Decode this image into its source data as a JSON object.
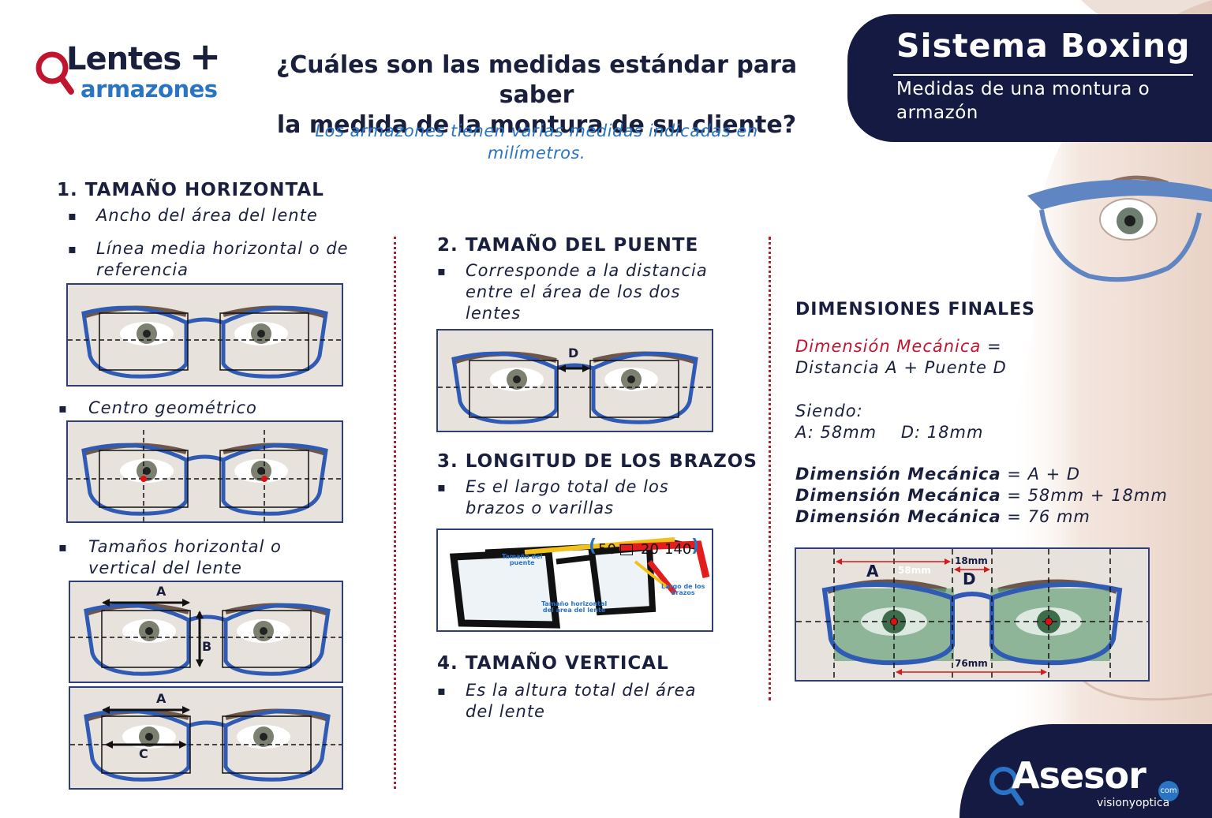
{
  "logo": {
    "line1": "Lentes",
    "plus": "+",
    "line2": "armazones"
  },
  "title": {
    "line1": "¿Cuáles son las medidas estándar para saber",
    "line2": "la medida de la montura de su cliente?"
  },
  "subtitle": {
    "line1": "Los armazones tienen varias medidas indicadas en",
    "line2": "milímetros."
  },
  "header_card": {
    "title": "Sistema Boxing",
    "sub_line1": "Medidas de una montura o",
    "sub_line2": "armazón"
  },
  "section1": {
    "heading": "1.   TAMAÑO HORIZONTAL",
    "bullet_mark": "▪",
    "b1": "Ancho del área del lente",
    "b2_line1": "Línea media horizontal o de",
    "b2_line2": "referencia",
    "b3": "Centro geométrico",
    "b4_line1": "Tamaños horizontal o",
    "b4_line2": "vertical del lente",
    "label_a": "A",
    "label_b": "B",
    "label_c": "C"
  },
  "section2": {
    "heading": "2. TAMAÑO DEL PUENTE",
    "b1_line1": "Corresponde a la distancia",
    "b1_line2": "entre el área de los dos",
    "b1_line3": "lentes",
    "label_d": "D"
  },
  "section3": {
    "heading": "3. LONGITUD DE LOS BRAZOS",
    "b1_line1": "Es el largo total de los",
    "b1_line2": "brazos o varillas",
    "spec_open": "(",
    "spec_1": "50",
    "spec_2": "20",
    "spec_3": "140",
    "spec_close": ")",
    "lbl_puente_1": "Tamaño del",
    "lbl_puente_2": "puente",
    "lbl_horiz_1": "Tamaño horizontal",
    "lbl_horiz_2": "del área del lente",
    "lbl_brazos_1": "Largo de los",
    "lbl_brazos_2": "brazos"
  },
  "section4": {
    "heading": "4. TAMAÑO VERTICAL",
    "b1_line1": "Es la altura total del área",
    "b1_line2": "del lente"
  },
  "final": {
    "heading": "DIMENSIONES FINALES",
    "l1_red": "Dimensión Mecánica",
    "l1_rest": " =",
    "l2": "Distancia A + Puente D",
    "l3": "Siendo:",
    "l4": "A: 58mm    D: 18mm",
    "eq1_bold": "Dimensión Mecánica",
    "eq1_rest": " = A + D",
    "eq2_bold": "Dimensión Mecánica",
    "eq2_rest": " = 58mm + 18mm",
    "eq3_bold": "Dimensión Mecánica",
    "eq3_rest": " = 76 mm",
    "img_a": "A",
    "img_58": "58mm",
    "img_18": "18mm",
    "img_d": "D",
    "img_76": "76mm"
  },
  "brand": {
    "name": "Asesor",
    "sub": "visionyoptica",
    "com": "com"
  },
  "colors": {
    "navy": "#141a42",
    "blue": "#2a74c6",
    "red": "#c0152f",
    "frame": "#2f5bb5"
  }
}
